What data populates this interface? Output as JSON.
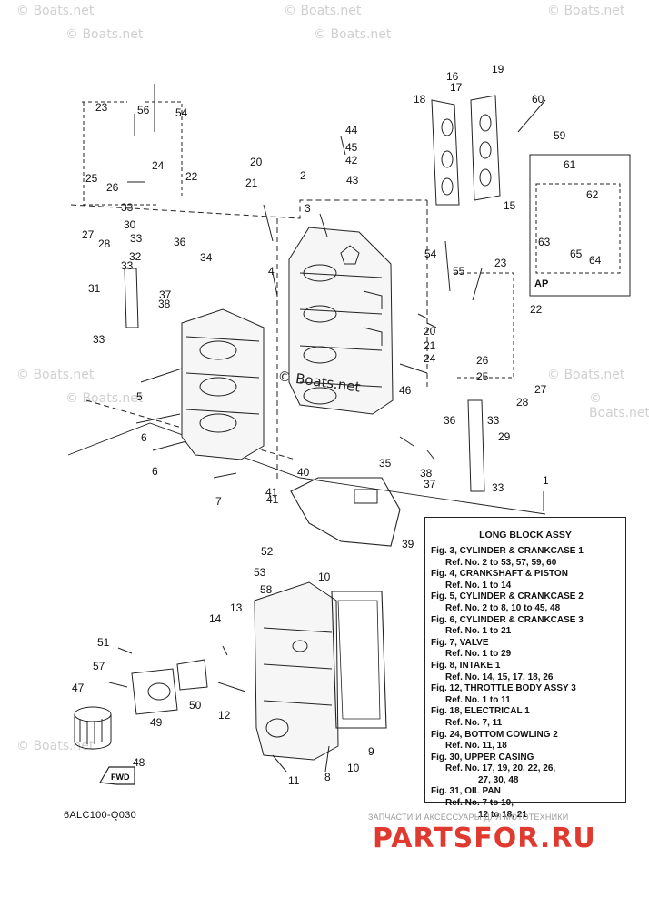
{
  "watermarks": [
    "© Boats.net",
    "© Boats.net",
    "© Boats.net",
    "© Boats.net",
    "© Boats.net",
    "© Boats.net",
    "© Boats.net",
    "© Boats.net",
    "© Boats.net",
    "© Boats.net"
  ],
  "center_watermark": "© Boats.net",
  "diagram_code": "6ALC100-Q030",
  "inset_label": "AP",
  "fwd_label": "FWD",
  "callouts": [
    "1",
    "2",
    "3",
    "4",
    "5",
    "6",
    "6",
    "7",
    "8",
    "9",
    "10",
    "10",
    "11",
    "12",
    "13",
    "14",
    "15",
    "16",
    "17",
    "18",
    "19",
    "20",
    "20",
    "21",
    "21",
    "22",
    "22",
    "23",
    "23",
    "24",
    "24",
    "25",
    "25",
    "26",
    "26",
    "27",
    "27",
    "28",
    "28",
    "29",
    "30",
    "31",
    "32",
    "33",
    "33",
    "33",
    "33",
    "33",
    "33",
    "34",
    "35",
    "36",
    "36",
    "37",
    "37",
    "38",
    "38",
    "39",
    "40",
    "41",
    "41",
    "42",
    "43",
    "44",
    "45",
    "46",
    "47",
    "48",
    "49",
    "50",
    "51",
    "52",
    "53",
    "54",
    "54",
    "55",
    "56",
    "57",
    "58",
    "59",
    "60",
    "61",
    "62",
    "63",
    "64",
    "65"
  ],
  "legend": {
    "title": "LONG BLOCK ASSY",
    "entries": [
      {
        "fig": "Fig. 3, CYLINDER & CRANKCASE 1",
        "ref": [
          "Ref. No. 2 to 53, 57, 59, 60"
        ]
      },
      {
        "fig": "Fig. 4, CRANKSHAFT & PISTON",
        "ref": [
          "Ref. No. 1 to 14"
        ]
      },
      {
        "fig": "Fig. 5, CYLINDER & CRANKCASE 2",
        "ref": [
          "Ref. No. 2 to 8, 10 to 45, 48"
        ]
      },
      {
        "fig": "Fig. 6, CYLINDER & CRANKCASE 3",
        "ref": [
          "Ref. No. 1 to 21"
        ]
      },
      {
        "fig": "Fig. 7, VALVE",
        "ref": [
          "Ref. No. 1 to 29"
        ]
      },
      {
        "fig": "Fig. 8, INTAKE 1",
        "ref": [
          "Ref. No. 14, 15, 17, 18, 26"
        ]
      },
      {
        "fig": "Fig. 12, THROTTLE BODY ASSY 3",
        "ref": [
          "Ref. No. 1 to 11"
        ]
      },
      {
        "fig": "Fig. 18, ELECTRICAL 1",
        "ref": [
          "Ref. No. 7, 11"
        ]
      },
      {
        "fig": "Fig. 24, BOTTOM COWLING 2",
        "ref": [
          "Ref. No. 11, 18"
        ]
      },
      {
        "fig": "Fig. 30, UPPER CASING",
        "ref": [
          "Ref. No. 17, 19, 20, 22, 26,",
          "27, 30, 48"
        ]
      },
      {
        "fig": "Fig. 31, OIL PAN",
        "ref": [
          "Ref. No. 7 to 10,",
          "12 to 18, 21"
        ]
      }
    ]
  },
  "brand_caption": "ЗАПЧАСТИ И АКСЕССУАРЫ ДЛЯ МОТОТЕХНИКИ",
  "brand_name": "PARTSFOR.RU"
}
